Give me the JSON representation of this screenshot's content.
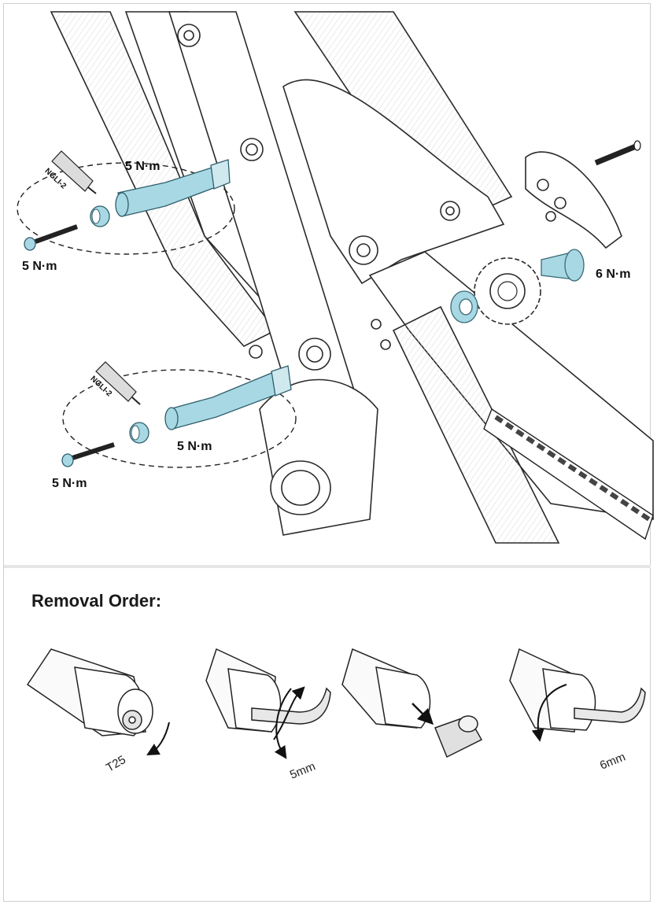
{
  "torques": {
    "upper_axle": "5 N·m",
    "upper_bolt": "5 N·m",
    "lower_axle": "5 N·m",
    "lower_bolt": "5 N·m",
    "guide_bolt": "6 N·m"
  },
  "grease_label": "NGLI-2",
  "removal": {
    "heading": "Removal Order:",
    "steps": [
      {
        "tool": "T25"
      },
      {
        "tool": "5mm"
      },
      {
        "tool": ""
      },
      {
        "tool": "6mm"
      }
    ]
  },
  "colors": {
    "accent_part": "#a8d8e3",
    "line": "#222222",
    "divider": "#e6e6e6"
  }
}
